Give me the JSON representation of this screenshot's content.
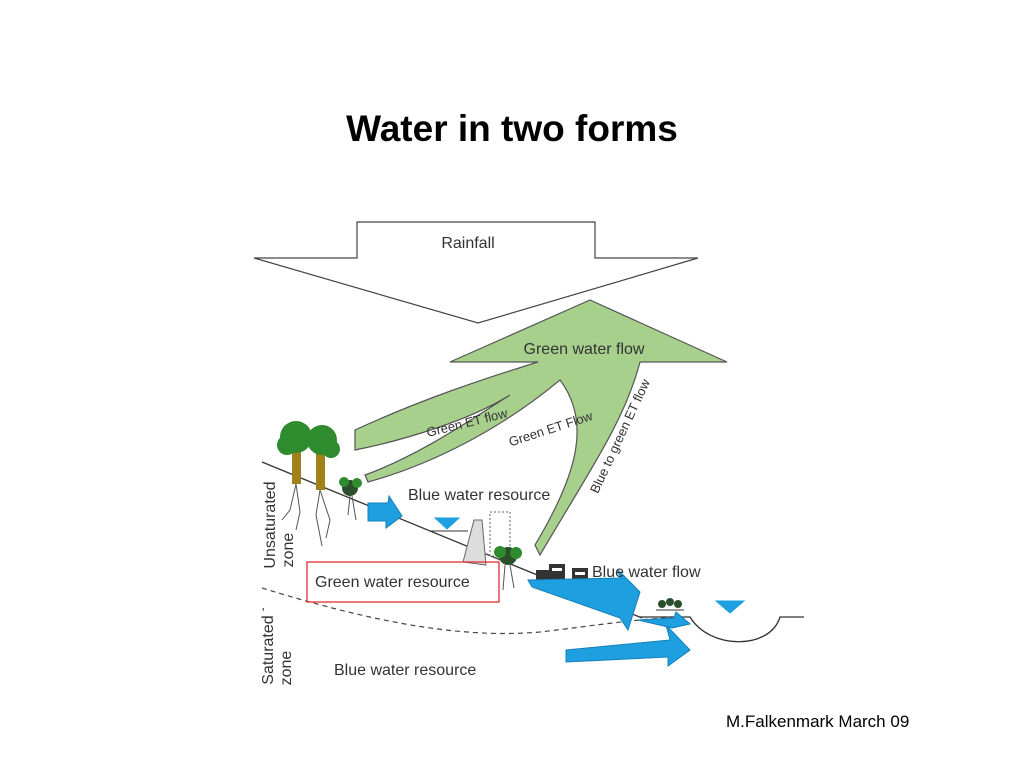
{
  "slide": {
    "title": "Water in two forms",
    "credit": "M.Falkenmark March 09"
  },
  "diagram": {
    "rainfall_label": "Rainfall",
    "green_water_flow_label": "Green water flow",
    "green_et_flow_1_label": "Green ET flow",
    "green_et_flow_2_label": "Green ET Flow",
    "blue_to_green_label": "Blue to green ET flow",
    "blue_water_resource_top_label": "Blue water resource",
    "blue_water_flow_label": "Blue water flow",
    "green_water_resource_label": "Green water resource",
    "unsaturated_zone_label_1": "Unsaturated",
    "unsaturated_zone_label_2": "zone",
    "saturated_zone_label_1": "Saturated",
    "saturated_zone_label_2": "zone",
    "blue_water_resource_bottom_label": "Blue water resource"
  },
  "colors": {
    "green_arrow_fill": "#a8d08d",
    "blue_arrow_fill": "#1e9fe0",
    "highlight_box": "#e03030",
    "tree_trunk": "#a0821a",
    "tree_canopy": "#2e8b2e"
  }
}
